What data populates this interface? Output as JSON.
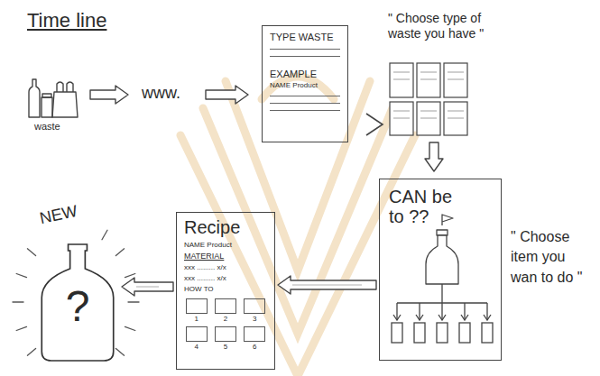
{
  "diagram": {
    "title": "Time line",
    "nodes": [
      {
        "text": [
          "TYPE WASTE",
          "EXAMPLE",
          "NAME Product"
        ]
      },
      {
        "text": [
          "CAN be to ??"
        ]
      },
      {
        "text": [
          "Recipe",
          "NAME Product",
          "MATERIAL",
          "xxx ......... x/x",
          "xxx ......... x/x",
          "HOW TO",
          "1",
          "2",
          "3",
          "4",
          "5",
          "6"
        ]
      },
      {
        "text": [
          "?"
        ]
      }
    ],
    "edges": [
      {
        "from": 1,
        "to": 2,
        "arrow": "to"
      },
      {
        "from": 2,
        "to": 3,
        "arrow": "to"
      }
    ],
    "labels": [
      "waste",
      "www.",
      "\" Choose type of waste you have \"",
      "NEW",
      "\" Choose item you wan to do \""
    ]
  }
}
